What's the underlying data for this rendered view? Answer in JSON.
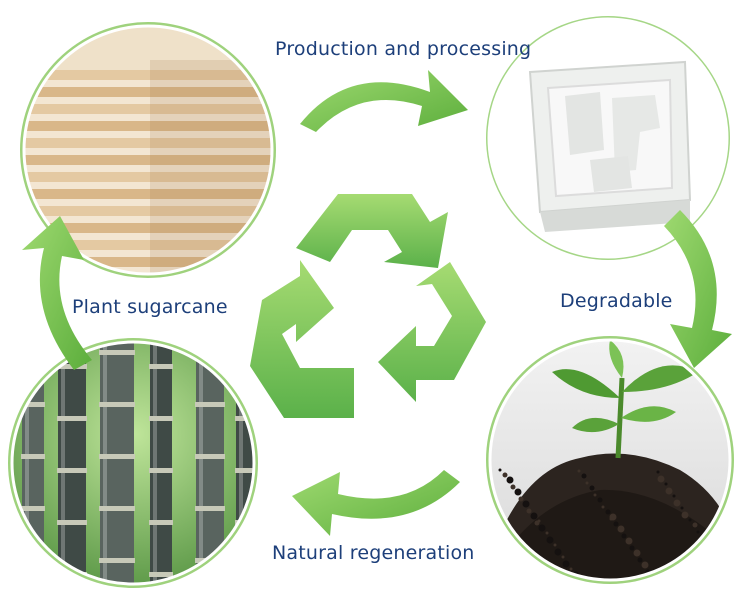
{
  "diagram": {
    "stages": [
      {
        "id": "board",
        "picture": "pressed-sugarcane-fiber-board"
      },
      {
        "id": "tray",
        "picture": "white-molded-pulp-tray"
      },
      {
        "id": "soil",
        "picture": "seedling-in-soil"
      },
      {
        "id": "sugarcane",
        "picture": "sugarcane-stalks"
      }
    ],
    "steps": [
      {
        "label": "Production and processing"
      },
      {
        "label": "Degradable"
      },
      {
        "label": "Natural regeneration"
      },
      {
        "label": "Plant sugarcane"
      }
    ],
    "center_icon": "recycle-icon",
    "colors": {
      "arrow": "#7ac456",
      "arrow_light": "#a8dc7a",
      "label": "#1d3f7a",
      "ring": "#8cc96a"
    }
  }
}
